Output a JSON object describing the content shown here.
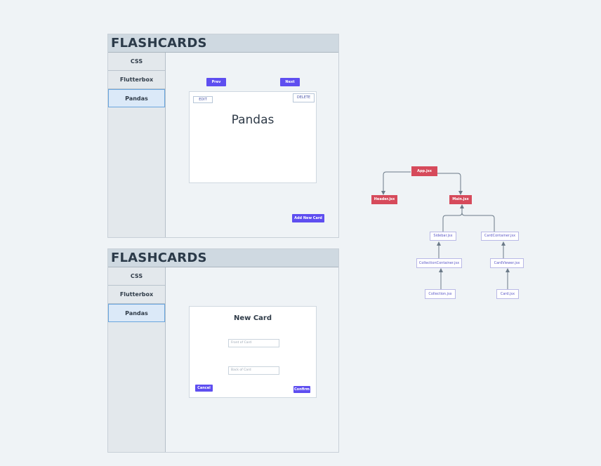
{
  "mockup_view": {
    "app_title": "FLASHCARDS",
    "sidebar_items": [
      "CSS",
      "Flutterbox",
      "Pandas"
    ],
    "active_item": "Pandas",
    "prev_label": "Prev",
    "next_label": "Next",
    "edit_label": "EDIT",
    "delete_label": "DELETE",
    "card_text": "Pandas",
    "add_new_card_label": "Add New Card"
  },
  "mockup_new_card": {
    "app_title": "FLASHCARDS",
    "sidebar_items": [
      "CSS",
      "Flutterbox",
      "Pandas"
    ],
    "active_item": "Pandas",
    "form_title": "New Card",
    "front_placeholder": "Front of Card",
    "back_placeholder": "Back of Card",
    "cancel_label": "Cancel",
    "confirm_label": "Confirm"
  },
  "component_tree": {
    "nodes": [
      "App.jsx",
      "Header.jsx",
      "Main.jsx",
      "Sidebar.jsx",
      "CardContainer.jsx",
      "CollectionContainer.jsx",
      "CardViewer.jsx",
      "Collection.jsx",
      "Card.jsx"
    ],
    "colors": {
      "top_level": "#d64a5b",
      "component_border": "#b9b8e6",
      "component_text": "#5b57c7",
      "connector": "#6b7a88"
    }
  }
}
